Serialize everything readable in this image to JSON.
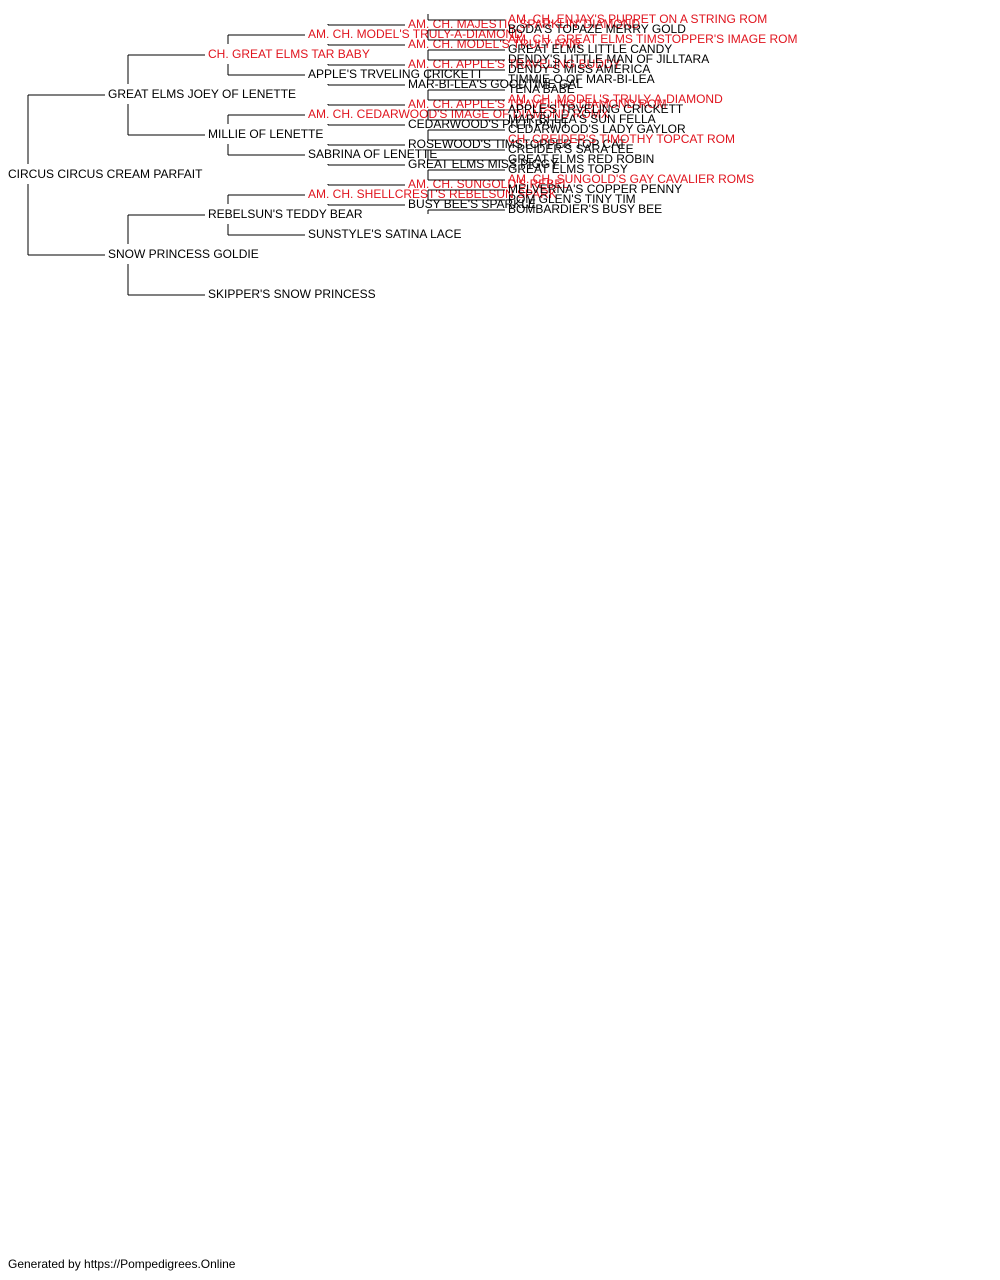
{
  "colors": {
    "champion": "#e0141e",
    "normal": "#000000",
    "line": "#000000"
  },
  "pedigree": {
    "name": "CIRCUS CIRCUS CREAM PARFAIT",
    "champion": false,
    "sire": {
      "name": "GREAT ELMS JOEY OF LENETTE",
      "champion": false,
      "sire": {
        "name": "CH. GREAT ELMS TAR BABY",
        "champion": true,
        "sire": {
          "name": "AM. CH. MODEL'S TRULY-A-DIAMOND",
          "champion": true,
          "sire": {
            "name": "AM. CH. MAJESTIC SPARKLIN' DIAMOND",
            "champion": true,
            "sire": {
              "name": "AM. CH. ENJAY'S PUPPET ON A STRING ROM",
              "champion": true
            },
            "dam": {
              "name": "BODA'S TOPAZE MERRY GOLD",
              "champion": false
            }
          },
          "dam": {
            "name": "AM. CH. MODEL'S TRULY FAIR",
            "champion": true,
            "sire": {
              "name": "AM. CH. GREAT ELMS TIMSTOPPER'S IMAGE ROM",
              "champion": true
            },
            "dam": {
              "name": "GREAT ELMS LITTLE CANDY",
              "champion": false
            }
          }
        },
        "dam": {
          "name": "APPLE'S TRVELING CRICKETT",
          "champion": false,
          "sire": {
            "name": "AM. CH. APPLE'S TRAVELING BUDDY",
            "champion": true,
            "sire": {
              "name": "DENDY'S LITTLE MAN OF JILLTARA",
              "champion": false
            },
            "dam": {
              "name": "DENDY'S MISS AMERICA",
              "champion": false
            }
          },
          "dam": {
            "name": "MAR-BI-LEA'S GOODTIME GAL",
            "champion": false,
            "sire": {
              "name": "TIMMIE O OF MAR-BI-LEA",
              "champion": false
            },
            "dam": {
              "name": "TENA BABE",
              "champion": false
            }
          }
        }
      },
      "dam": {
        "name": "MILLIE OF LENETTE",
        "champion": false,
        "sire": {
          "name": "AM. CH. CEDARWOOD'S IMAGE OF DIAMOND ROMX",
          "champion": true,
          "sire": {
            "name": "AM. CH. APPLE'S TRAVELING DIAMOND ROM",
            "champion": true,
            "sire": {
              "name": "AM. CH. MODEL'S TRULY-A-DIAMOND",
              "champion": true
            },
            "dam": {
              "name": "APPLE'S TRVELING CRICKETT",
              "champion": false
            }
          },
          "dam": {
            "name": "CEDARWOOD'S PITTI PATTI",
            "champion": false,
            "sire": {
              "name": "MAR-BI-LEA'S SUN FELLA",
              "champion": false
            },
            "dam": {
              "name": "CEDARWOOD'S LADY GAYLOR",
              "champion": false
            }
          }
        },
        "dam": {
          "name": "SABRINA OF LENETTE",
          "champion": false,
          "sire": {
            "name": "ROSEWOOD'S TIMSTOPPER TOP CAT",
            "champion": false,
            "sire": {
              "name": "CH. CREIDER'S TIMOTHY TOPCAT ROM",
              "champion": true
            },
            "dam": {
              "name": "CREIDER'S SARA LEE",
              "champion": false
            }
          },
          "dam": {
            "name": "GREAT ELMS MISS PIGGY",
            "champion": false,
            "sire": {
              "name": "GREAT ELMS RED ROBIN",
              "champion": false
            },
            "dam": {
              "name": "GREAT ELMS TOPSY",
              "champion": false
            }
          }
        }
      }
    },
    "dam": {
      "name": "SNOW PRINCESS GOLDIE",
      "champion": false,
      "sire": {
        "name": "REBELSUN'S TEDDY BEAR",
        "champion": false,
        "sire": {
          "name": "AM. CH. SHELLCREST'S REBELSUN SPARK",
          "champion": true,
          "sire": {
            "name": "AM. CH. SUNGOLD'S REBEL",
            "champion": true,
            "sire": {
              "name": "AM. CH. SUNGOLD'S GAY CAVALIER ROMS",
              "champion": true
            },
            "dam": {
              "name": "MELVERNA'S COPPER PENNY",
              "champion": false
            }
          },
          "dam": {
            "name": "BUSY BEE'S SPARKLE",
            "champion": false,
            "sire": {
              "name": "POM GLEN'S TINY TIM",
              "champion": false
            },
            "dam": {
              "name": "BOMBARDIER'S BUSY BEE",
              "champion": false
            }
          }
        },
        "dam": {
          "name": "SUNSTYLE'S SATINA LACE",
          "champion": false
        }
      },
      "dam": {
        "name": "SKIPPER'S SNOW PRINCESS",
        "champion": false
      }
    }
  },
  "footer": "Generated by https://Pompedigrees.Online"
}
